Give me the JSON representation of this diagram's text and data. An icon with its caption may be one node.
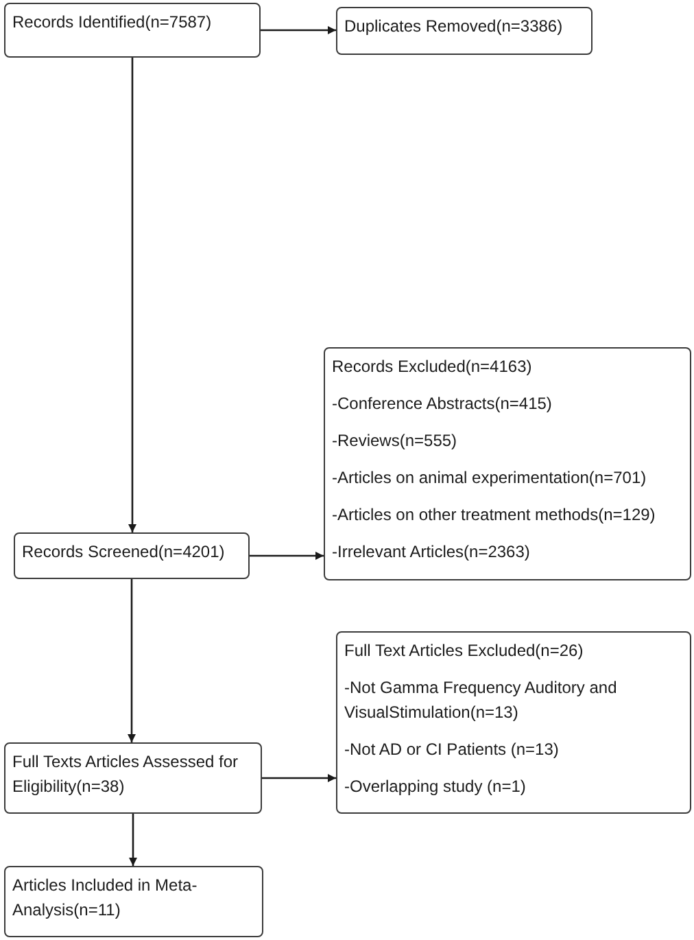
{
  "diagram": {
    "nodes": [
      {
        "text": [
          "Records Identified(n=7587)"
        ]
      },
      {
        "text": [
          "Duplicates Removed(n=3386)"
        ]
      },
      {
        "text": [
          "Records Screened(n=4201)"
        ]
      },
      {
        "text": [
          "Records Excluded(n=4163)",
          "-Conference Abstracts(n=415)",
          "-Reviews(n=555)",
          "-Articles on animal experimentation(n=701)",
          "-Articles on other treatment methods(n=129)",
          "-Irrelevant Articles(n=2363)"
        ]
      },
      {
        "text": [
          "Full Texts Articles Assessed for Eligibility(n=38)"
        ]
      },
      {
        "text": [
          "Full Text Articles Excluded(n=26)",
          "-Not Gamma Frequency Auditory and VisualStimulation(n=13)",
          "-Not AD or CI Patients (n=13)",
          "-Overlapping study (n=1)"
        ]
      },
      {
        "text": [
          "Articles Included in Meta-Analysis(n=11)"
        ]
      }
    ],
    "edges": [
      {
        "from": 0,
        "to": 1,
        "arrow": "to"
      },
      {
        "from": 0,
        "to": 2,
        "arrow": "to"
      },
      {
        "from": 2,
        "to": 3,
        "arrow": "to"
      },
      {
        "from": 2,
        "to": 4,
        "arrow": "to"
      },
      {
        "from": 4,
        "to": 5,
        "arrow": "to"
      },
      {
        "from": 4,
        "to": 6,
        "arrow": "to"
      }
    ]
  }
}
